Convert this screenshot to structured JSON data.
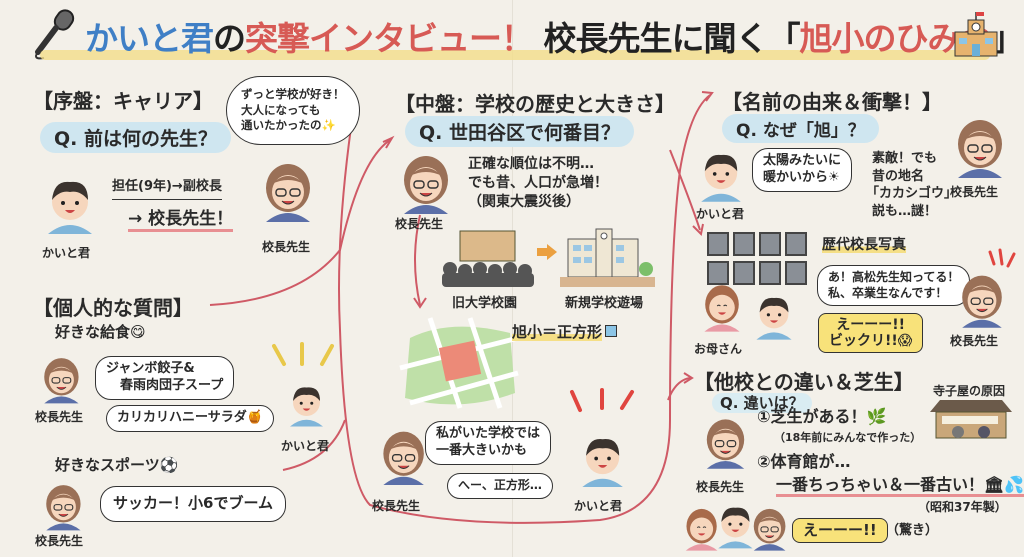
{
  "title": {
    "part1": "かいと君",
    "part2": "の",
    "part3": "突撃インタビュー！",
    "part4": "校長先生に聞く「",
    "part5": "旭小のひみつ",
    "part6": "」"
  },
  "names": {
    "boy": "かいと君",
    "principal": "校長先生",
    "mother": "お母さん"
  },
  "career": {
    "heading": "【序盤：キャリア】",
    "question": "Q. 前は何の先生？",
    "thought": [
      "ずっと学校が好き！",
      "大人になっても",
      "通いたかったの✨"
    ],
    "path": "担任(9年)→副校長",
    "result": "→ 校長先生！"
  },
  "personal": {
    "heading": "【個人的な質問】",
    "lunch_label": "好きな給食😋",
    "lunch_principal": [
      "ジャンボ餃子&",
      "春雨肉団子スープ"
    ],
    "lunch_boy": "カリカリハニーサラダ🍯",
    "sports_label": "好きなスポーツ⚽",
    "sports_answer": "サッカー！小6でブーム"
  },
  "history": {
    "heading": "【中盤：学校の歴史と大きさ】",
    "question": "Q. 世田谷区で何番目？",
    "answer": [
      "正確な順位は不明…",
      "でも昔、人口が急増！",
      "（関東大震災後）"
    ],
    "old_school": "旧大学校園",
    "new_school": "新規学校遊場",
    "square": "旭小＝正方形",
    "principal_says": [
      "私がいた学校では",
      "一番大きいかも"
    ],
    "boy_says": "へー、正方形…"
  },
  "name_origin": {
    "heading": "【名前の由来＆衝撃！】",
    "question": "Q. なぜ「旭」？",
    "boy_says": [
      "太陽みたいに",
      "暖かいから☀"
    ],
    "principal_says": [
      "素敵！でも",
      "昔の地名",
      "「カカシゴウ」",
      "説も…謎！"
    ],
    "photos_label": "歴代校長写真",
    "mother_says": [
      "あ！高松先生知ってる！",
      "私、卒業生なんです！"
    ],
    "surprise": [
      "えーーー!!",
      "ビックリ!!😱"
    ]
  },
  "differences": {
    "heading": "【他校との違い＆芝生】",
    "question": "Q. 違いは？",
    "point1": "①芝生がある！🌿",
    "point1_note": "（18年前にみんなで作った）",
    "point2": "②体育館が…",
    "point2_detail": "一番ちっちゃい＆一番古い！🏛💦",
    "point2_note": "（昭和37年製）",
    "terakoya": "寺子屋の原因",
    "surprise": "えーーー!!",
    "surprise_note": "（驚き）"
  },
  "colors": {
    "accent_red": "#d75a55",
    "accent_blue": "#3f7fc6",
    "question_bg": "#cfe6f0",
    "highlight": "#f3dd8a"
  }
}
